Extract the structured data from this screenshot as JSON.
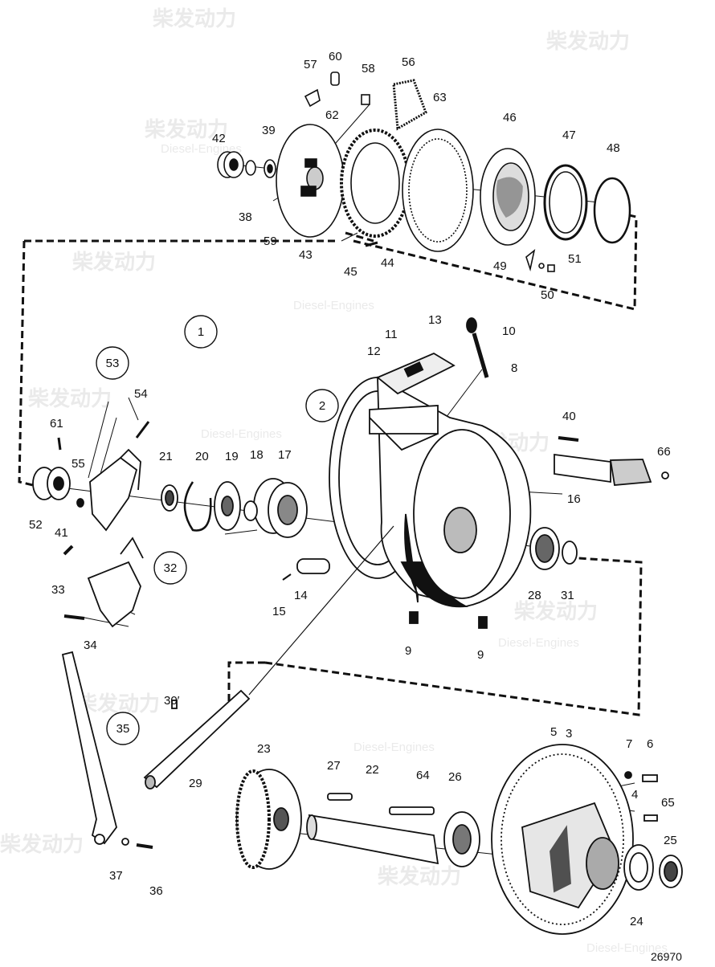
{
  "diagram": {
    "reference_number": "26970",
    "watermark": {
      "brand_cn": "柴发动力",
      "brand_en": "Diesel-Engines"
    },
    "callouts": [
      {
        "text": "57"
      },
      {
        "text": "60"
      },
      {
        "text": "58"
      },
      {
        "text": "56"
      },
      {
        "text": "62"
      },
      {
        "text": "63"
      },
      {
        "text": "46"
      },
      {
        "text": "47"
      },
      {
        "text": "48"
      },
      {
        "text": "42"
      },
      {
        "text": "39"
      },
      {
        "text": "38"
      },
      {
        "text": "59"
      },
      {
        "text": "43"
      },
      {
        "text": "45"
      },
      {
        "text": "44"
      },
      {
        "text": "49"
      },
      {
        "text": "51"
      },
      {
        "text": "50"
      },
      {
        "text": "13"
      },
      {
        "text": "11"
      },
      {
        "text": "12"
      },
      {
        "text": "10"
      },
      {
        "text": "8"
      },
      {
        "text": "54"
      },
      {
        "text": "61"
      },
      {
        "text": "55"
      },
      {
        "text": "21"
      },
      {
        "text": "20"
      },
      {
        "text": "19"
      },
      {
        "text": "18"
      },
      {
        "text": "17"
      },
      {
        "text": "40"
      },
      {
        "text": "66"
      },
      {
        "text": "52"
      },
      {
        "text": "41"
      },
      {
        "text": "16"
      },
      {
        "text": "28"
      },
      {
        "text": "31"
      },
      {
        "text": "14"
      },
      {
        "text": "15"
      },
      {
        "text": "33"
      },
      {
        "text": "34"
      },
      {
        "text": "9"
      },
      {
        "text": "9"
      },
      {
        "text": "30′"
      },
      {
        "text": "5"
      },
      {
        "text": "3"
      },
      {
        "text": "7"
      },
      {
        "text": "6"
      },
      {
        "text": "23"
      },
      {
        "text": "27"
      },
      {
        "text": "22"
      },
      {
        "text": "64"
      },
      {
        "text": "26"
      },
      {
        "text": "4"
      },
      {
        "text": "65"
      },
      {
        "text": "29"
      },
      {
        "text": "25"
      },
      {
        "text": "37"
      },
      {
        "text": "36"
      },
      {
        "text": "24"
      }
    ],
    "circled_callouts": [
      {
        "text": "1"
      },
      {
        "text": "53"
      },
      {
        "text": "2"
      },
      {
        "text": "32"
      },
      {
        "text": "35"
      }
    ]
  }
}
